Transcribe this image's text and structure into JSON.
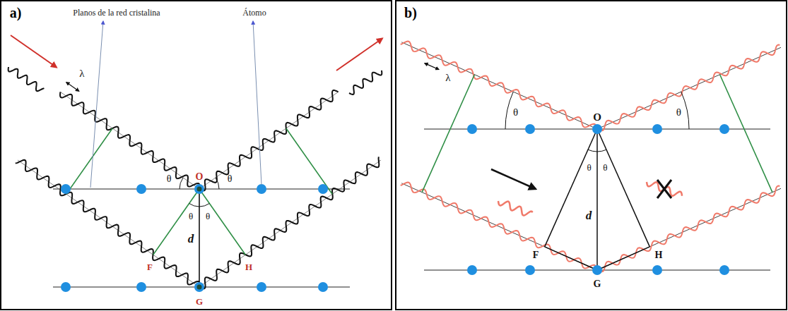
{
  "diagram": {
    "labels": [
      "a)",
      "Planos de la red cristalina",
      "Átomo",
      "λ",
      "θ",
      "θ",
      "O",
      "θ",
      "θ",
      "d",
      "F",
      "G",
      "H",
      "b)",
      "λ",
      "θ",
      "θ",
      "O",
      "θ",
      "θ",
      "d",
      "F",
      "H",
      "G"
    ]
  }
}
